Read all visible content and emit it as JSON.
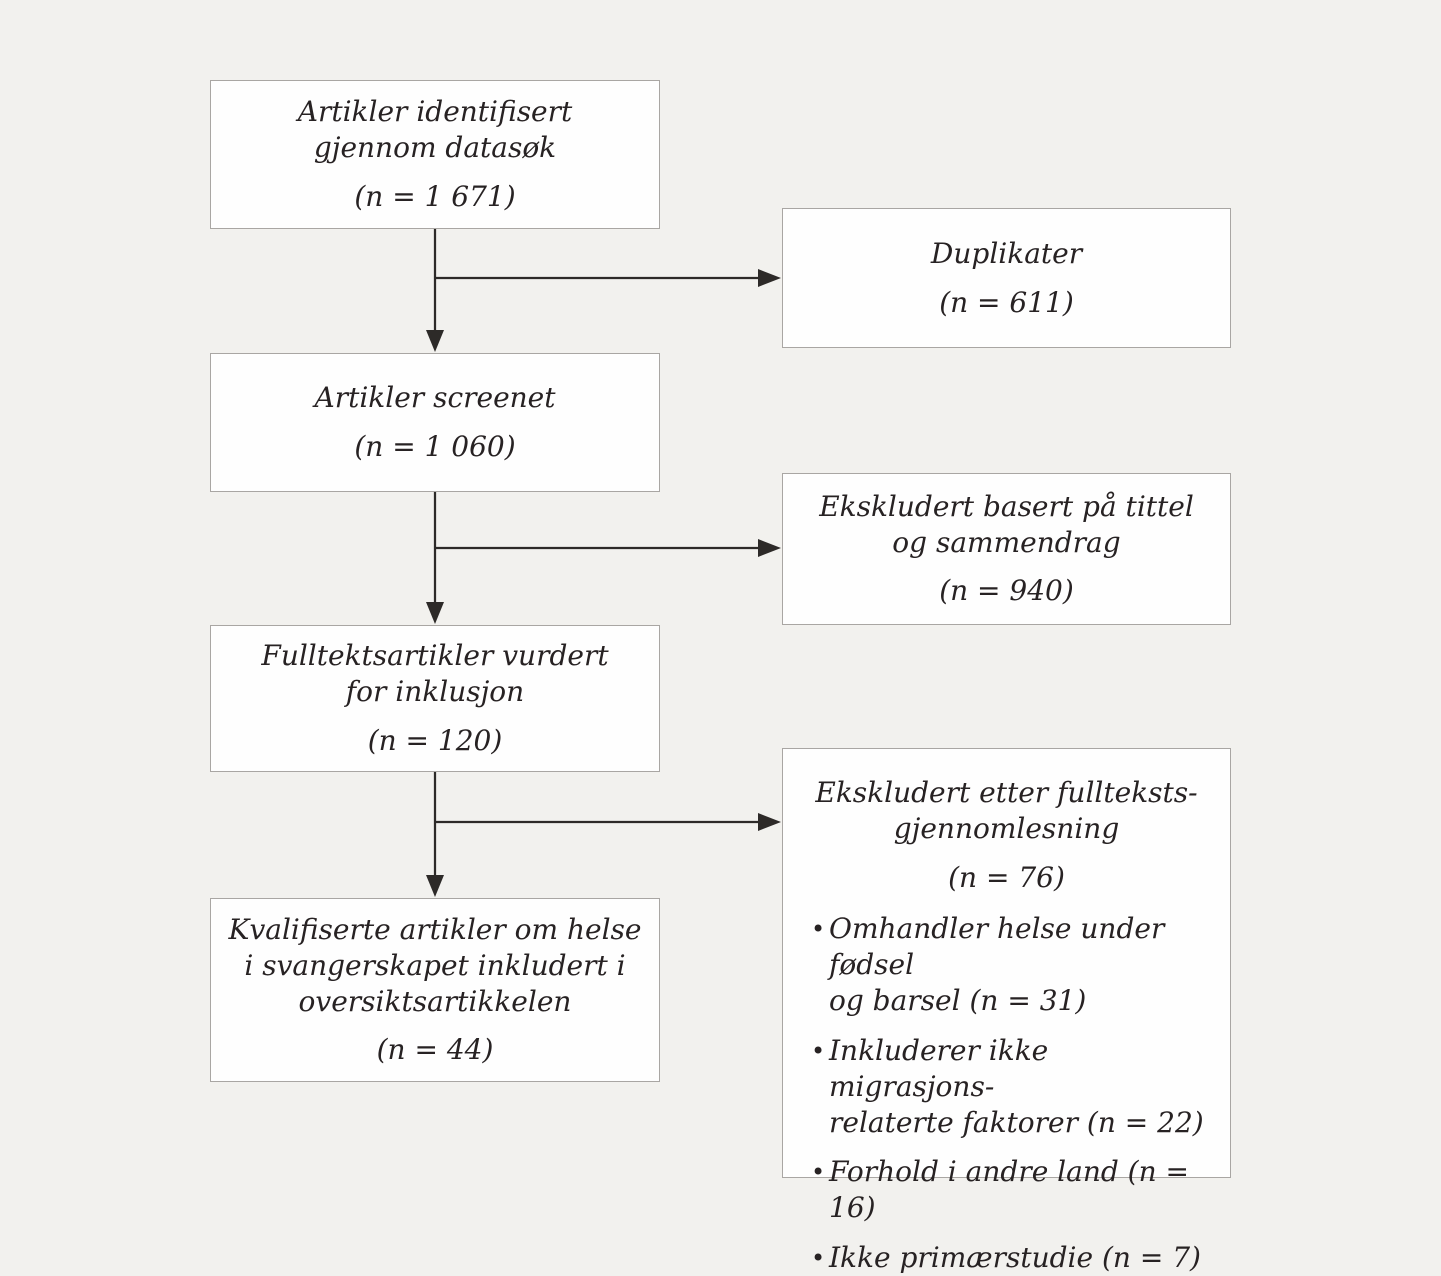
{
  "palette": {
    "background": "#f2f1ee",
    "box_fill": "#fefefe",
    "box_border": "#a9a6a3",
    "text": "#272223",
    "arrow": "#2d2a28"
  },
  "boxes": {
    "identified": {
      "lines": [
        "Artikler identifisert",
        "gjennom datasøk"
      ],
      "n": "(n = 1 671)"
    },
    "screened": {
      "lines": [
        "Artikler screenet"
      ],
      "n": "(n = 1 060)"
    },
    "fulltext_assessed": {
      "lines": [
        "Fulltektsartikler vurdert",
        "for inklusjon"
      ],
      "n": "(n = 120)"
    },
    "included": {
      "lines": [
        "Kvalifiserte artikler om helse",
        "i svangerskapet inkludert i",
        "oversiktsartikkelen"
      ],
      "n": "(n = 44)"
    },
    "duplicates": {
      "lines": [
        "Duplikater"
      ],
      "n": "(n = 611)"
    },
    "excluded_title_abstract": {
      "lines": [
        "Ekskludert basert på tittel",
        "og sammendrag"
      ],
      "n": "(n = 940)"
    },
    "excluded_fulltext": {
      "lines": [
        "Ekskludert etter fullteksts-",
        "gjennomlesning"
      ],
      "n": "(n = 76)",
      "bullets": [
        [
          "Omhandler helse under fødsel",
          "og barsel (n = 31)"
        ],
        [
          "Inkluderer ikke migrasjons-",
          "relaterte faktorer (n = 22)"
        ],
        [
          "Forhold i andre land (n = 16)"
        ],
        [
          "Ikke primærstudie (n = 7)"
        ]
      ]
    }
  },
  "bullet_glyph": "•"
}
